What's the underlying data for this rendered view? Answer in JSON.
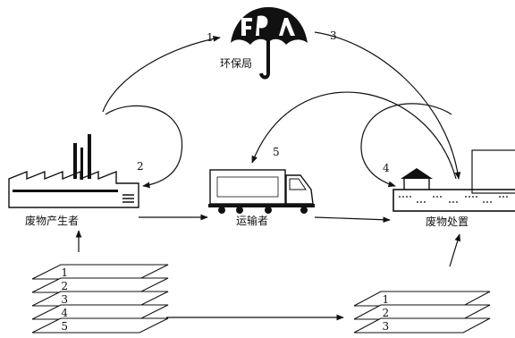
{
  "agency": {
    "label": "环保局"
  },
  "nodes": {
    "producer": "废物产生者",
    "transporter": "运输者",
    "disposal": "废物处置"
  },
  "flow_numbers": {
    "n1": "1",
    "n2": "2",
    "n3": "3",
    "n4": "4",
    "n5": "5"
  },
  "forms_left": [
    "1",
    "2",
    "3",
    "4",
    "5"
  ],
  "forms_right": [
    "1",
    "2",
    "3"
  ]
}
